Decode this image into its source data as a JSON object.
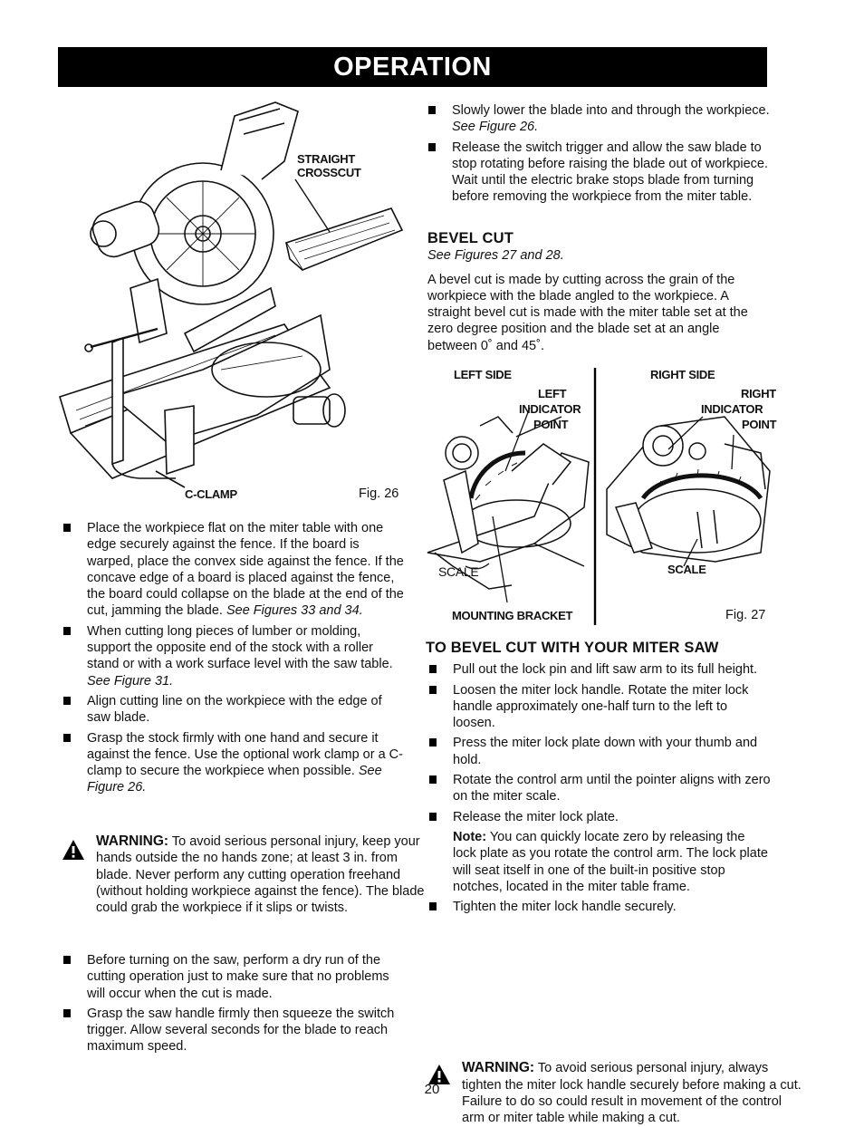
{
  "header": {
    "title": "OPERATION"
  },
  "fig26": {
    "label_straight": "STRAIGHT",
    "label_crosscut": "CROSSCUT",
    "label_clamp": "C-CLAMP",
    "fig_no": "Fig. 26"
  },
  "left_bullets": [
    {
      "text": "Place the workpiece flat on the miter table with one edge securely against the fence. If the board is warped, place the convex side against the fence. If the concave edge of a board is placed against the fence, the board could collapse on the blade at the end of the cut, jamming the blade.",
      "ref": "See Figures 33 and 34."
    },
    {
      "text": "When cutting long pieces of lumber or molding, support the opposite end of the stock with a roller stand or with a work surface level with the saw table.",
      "ref": "See Figure 31."
    },
    {
      "text": "Align cutting line on the workpiece with the edge of saw blade.",
      "ref": ""
    },
    {
      "text": "Grasp the stock firmly with one hand and secure it against the fence. Use the optional work clamp or a C-clamp to secure the workpiece when possible.",
      "ref": "See Figure 26."
    }
  ],
  "left_warning": {
    "label": "WARNING:",
    "text": "To avoid serious personal injury, keep your hands outside the no hands zone; at least 3 in. from blade. Never perform any cutting operation freehand (without holding workpiece against the fence). The blade could grab the workpiece if it slips or twists."
  },
  "left_bullets2": [
    {
      "text": "Before turning on the saw, perform a dry run of the cutting operation just to make sure that no problems will occur when the cut is made."
    },
    {
      "text": "Grasp the saw handle firmly then squeeze the switch trigger. Allow several seconds for the blade to reach maximum speed."
    }
  ],
  "right_bullets": [
    {
      "text": "Slowly lower the blade into and through the workpiece.",
      "ref": "See Figure 26."
    },
    {
      "text": "Release the switch trigger and allow the saw blade to stop rotating before raising the blade out of workpiece. Wait until the electric brake stops blade from turning before removing the workpiece from the miter table.",
      "ref": ""
    }
  ],
  "bevel": {
    "heading": "BEVEL CUT",
    "see": "See Figures 27 and 28.",
    "para": "A bevel cut is made by cutting across the grain of the workpiece with the blade angled to the workpiece. A straight bevel cut is made with the miter table set at the zero degree position and the blade set at an angle between 0˚ and 45˚."
  },
  "fig27": {
    "left_side": "LEFT SIDE",
    "right_side": "RIGHT SIDE",
    "left": "LEFT",
    "indicator_l": "INDICATOR",
    "point_l": "POINT",
    "right": "RIGHT",
    "indicator_r": "INDICATOR",
    "point_r": "POINT",
    "scale_l": "SCALE",
    "scale_r": "SCALE",
    "mounting": "MOUNTING BRACKET",
    "fig_no": "Fig. 27"
  },
  "bevel_how": {
    "heading": "TO BEVEL CUT WITH YOUR MITER SAW",
    "bullets": [
      "Pull out the lock pin and lift saw arm to its full height.",
      "Loosen the miter lock handle. Rotate the miter lock handle approximately one-half turn to the left to loosen.",
      "Press the miter lock plate down with your thumb and hold.",
      "Rotate the control arm until the pointer aligns with zero on the miter scale.",
      "Release the miter lock plate."
    ],
    "note_label": "Note:",
    "note_text": "You can quickly locate zero by releasing the lock plate as you rotate the control arm. The lock plate will seat itself in one of the built-in positive stop notches, located in the miter table frame.",
    "last_bullet": "Tighten the miter lock handle securely."
  },
  "right_warning": {
    "label": "WARNING:",
    "text": "To avoid serious personal injury, always tighten the miter lock handle securely before making a cut. Failure to do so could result in movement of the control arm or miter table while making a cut."
  },
  "page_number": "20"
}
